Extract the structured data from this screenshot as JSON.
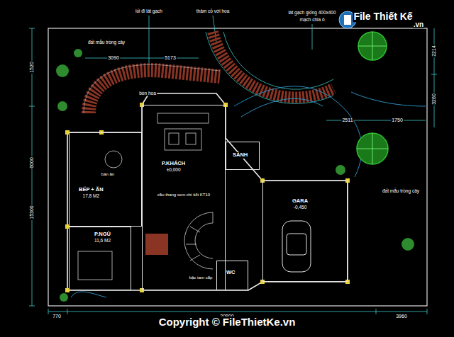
{
  "diagram": {
    "nodes": [
      {
        "text": [
          "P.KHÁCH",
          "±0,000"
        ]
      },
      {
        "text": [
          "SẢNH"
        ]
      },
      {
        "text": [
          "BẾP + ĂN",
          "17,8 M2"
        ]
      },
      {
        "text": [
          "GARA",
          "-0,450"
        ]
      },
      {
        "text": [
          "P.NGỦ",
          "11,6 M2"
        ]
      },
      {
        "text": [
          "WC"
        ]
      }
    ],
    "labels": [
      "20800",
      "770",
      "3960",
      "15300",
      "1520",
      "6000",
      "2214",
      "3260",
      "5173",
      "3090",
      "2511",
      "1750",
      "lối đi lát gạch",
      "thảm cỏ với hoa",
      "lát gạch giống 400x400",
      "mạch chia ô",
      "đất mẫu trồng cây",
      "đất mẫu trồng cây",
      "bồn hoa",
      "cầu thang xem chi tiết KT10",
      "bậc tam cấp",
      "bàn ăn",
      "Copyright © FileThietKe.vn",
      "File Thiết Kế",
      ".vn"
    ]
  }
}
